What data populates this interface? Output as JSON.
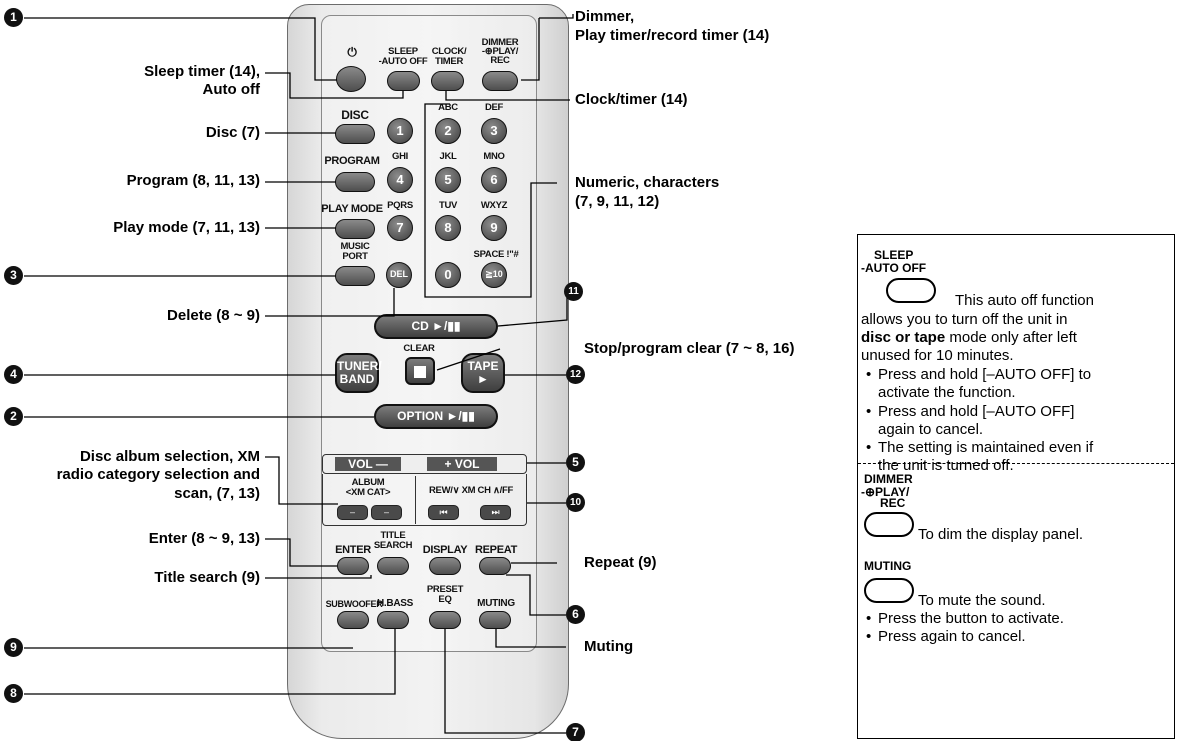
{
  "remote": {
    "power_symbol": "⏻",
    "sleep_label": "SLEEP\n-AUTO OFF",
    "clock_label": "CLOCK/\nTIMER",
    "dimmer_label": "DIMMER\n-⊕PLAY/\nREC",
    "disc_label": "DISC",
    "program_label": "PROGRAM",
    "play_mode_label": "PLAY MODE",
    "music_port_label": "MUSIC\nPORT",
    "del_label": "DEL",
    "keypad": [
      {
        "digit": "1",
        "letters": ""
      },
      {
        "digit": "2",
        "letters": "ABC"
      },
      {
        "digit": "3",
        "letters": "DEF"
      },
      {
        "digit": "4",
        "letters": "GHI"
      },
      {
        "digit": "5",
        "letters": "JKL"
      },
      {
        "digit": "6",
        "letters": "MNO"
      },
      {
        "digit": "7",
        "letters": "PQRS"
      },
      {
        "digit": "8",
        "letters": "TUV"
      },
      {
        "digit": "9",
        "letters": "WXYZ"
      },
      {
        "digit": "0",
        "letters": ""
      },
      {
        "digit": "≧10",
        "letters": "SPACE !\"#"
      }
    ],
    "cd_label": "CD ►/▮▮",
    "clear_label": "CLEAR",
    "tuner_label": "TUNER/\nBAND",
    "tape_label": "TAPE\n►",
    "option_label": "OPTION ►/▮▮",
    "vol_minus": "VOL —",
    "vol_plus": "+ VOL",
    "album_label": "ALBUM\n<XM CAT>",
    "rew_label": "REW/∨ XM CH ∧/FF",
    "enter_label": "ENTER",
    "title_search_label": "TITLE\nSEARCH",
    "display_label": "DISPLAY",
    "repeat_label": "REPEAT",
    "subwoofer_label": "SUBWOOFER",
    "hbass_label": "H.BASS",
    "preset_eq_label": "PRESET\nEQ",
    "muting_label": "MUTING"
  },
  "callouts": {
    "dimmer": "Dimmer,",
    "play_timer": "Play timer/record timer (14)",
    "sleep_timer": "Sleep timer (14),",
    "auto_off": "Auto off",
    "clock_timer": "Clock/timer (14)",
    "disc": "Disc (7)",
    "program": "Program (8, 11, 13)",
    "numeric": "Numeric, characters",
    "numeric_pages": "(7, 9, 11, 12)",
    "play_mode": "Play mode (7, 11, 13)",
    "delete": "Delete (8 ~ 9)",
    "stop_clear": "Stop/program clear (7 ~ 8, 16)",
    "disc_album_1": "Disc album selection, XM",
    "disc_album_2": "radio category selection and",
    "disc_album_3": "scan, (7, 13)",
    "enter": "Enter (8 ~ 9, 13)",
    "title_search": "Title search (9)",
    "repeat": "Repeat (9)",
    "muting": "Muting"
  },
  "markers": {
    "m1": "1",
    "m2": "2",
    "m3": "3",
    "m4": "4",
    "m5": "5",
    "m6": "6",
    "m7": "7",
    "m8": "8",
    "m9": "9",
    "m10": "10",
    "m11": "11",
    "m12": "12"
  },
  "info": {
    "sleep_btn_label_1": "SLEEP",
    "sleep_btn_label_2": "-AUTO OFF",
    "sleep_line1": "This auto off function",
    "sleep_line2": "allows you to turn off the unit in",
    "sleep_line3_bold": "disc or tape",
    "sleep_line3_rest": " mode only after left",
    "sleep_line4": "unused for 10 minutes.",
    "bullet1a": "Press and hold [–AUTO OFF] to",
    "bullet1b": "activate the function.",
    "bullet2a": "Press and hold [–AUTO OFF]",
    "bullet2b": "again to cancel.",
    "bullet3a": "The setting is maintained even if",
    "bullet3b": "the unit is turned off.",
    "dimmer_label_1": "DIMMER",
    "dimmer_label_2": "-⊕PLAY/",
    "dimmer_label_3": "REC",
    "dimmer_text": "To dim the display panel.",
    "muting_label": "MUTING",
    "muting_text": "To mute the sound.",
    "bullet4": "Press the button to activate.",
    "bullet5": "Press again to cancel."
  }
}
